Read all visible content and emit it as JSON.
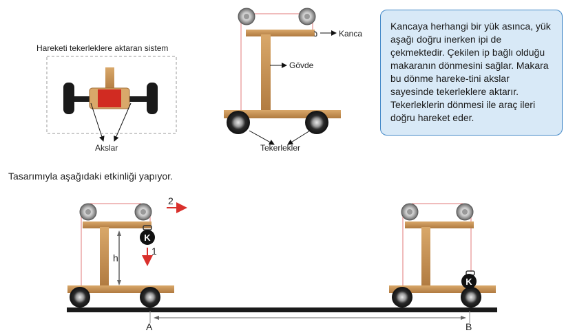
{
  "axle_system": {
    "caption": "Hareketi tekerleklere aktaran sistem",
    "axles_label": "Akslar"
  },
  "cart": {
    "hook_label": "Kanca",
    "body_label": "Gövde",
    "wheels_label": "Tekerlekler"
  },
  "info_box": {
    "text": "Kancaya herhangi bir yük asınca, yük aşağı doğru inerken ipi de çekmektedir. Çekilen ip bağlı olduğu makaranın dönmesini sağlar. Makara bu dönme hareke-tini akslar sayesinde tekerleklere aktarır. Tekerleklerin dönmesi ile araç ileri doğru hareket eder.",
    "border_color": "#3f86c6",
    "fill_color": "#d8e9f7"
  },
  "sentence": "Tasarımıyla aşağıdaki etkinliği yapıyor.",
  "experiment": {
    "weight_label": "K",
    "height_label": "h",
    "arrow_down_label": "1",
    "arrow_right_label": "2",
    "point_a": "A",
    "point_b": "B",
    "arrow_color": "#d9302c"
  }
}
